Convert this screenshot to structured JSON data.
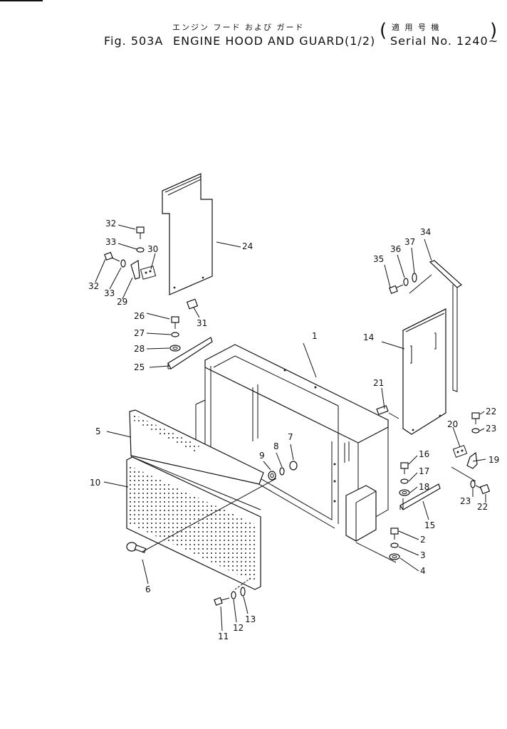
{
  "header": {
    "jp_title": "エンジン フード および ガード",
    "fig_label": "Fig. 503A",
    "title": "ENGINE HOOD AND GUARD",
    "sheet": "(1/2)",
    "jp_serial": "適 用 号 機",
    "serial": "Serial No. 1240~"
  },
  "callouts": [
    {
      "n": "1"
    },
    {
      "n": "2"
    },
    {
      "n": "3"
    },
    {
      "n": "4"
    },
    {
      "n": "5"
    },
    {
      "n": "6"
    },
    {
      "n": "7"
    },
    {
      "n": "8"
    },
    {
      "n": "9"
    },
    {
      "n": "10"
    },
    {
      "n": "11"
    },
    {
      "n": "12"
    },
    {
      "n": "13"
    },
    {
      "n": "14"
    },
    {
      "n": "15"
    },
    {
      "n": "16"
    },
    {
      "n": "17"
    },
    {
      "n": "18"
    },
    {
      "n": "19"
    },
    {
      "n": "20"
    },
    {
      "n": "21"
    },
    {
      "n": "22"
    },
    {
      "n": "22"
    },
    {
      "n": "23"
    },
    {
      "n": "23"
    },
    {
      "n": "24"
    },
    {
      "n": "25"
    },
    {
      "n": "26"
    },
    {
      "n": "27"
    },
    {
      "n": "28"
    },
    {
      "n": "29"
    },
    {
      "n": "30"
    },
    {
      "n": "31"
    },
    {
      "n": "32"
    },
    {
      "n": "32"
    },
    {
      "n": "33"
    },
    {
      "n": "33"
    },
    {
      "n": "34"
    },
    {
      "n": "35"
    },
    {
      "n": "36"
    },
    {
      "n": "37"
    }
  ]
}
